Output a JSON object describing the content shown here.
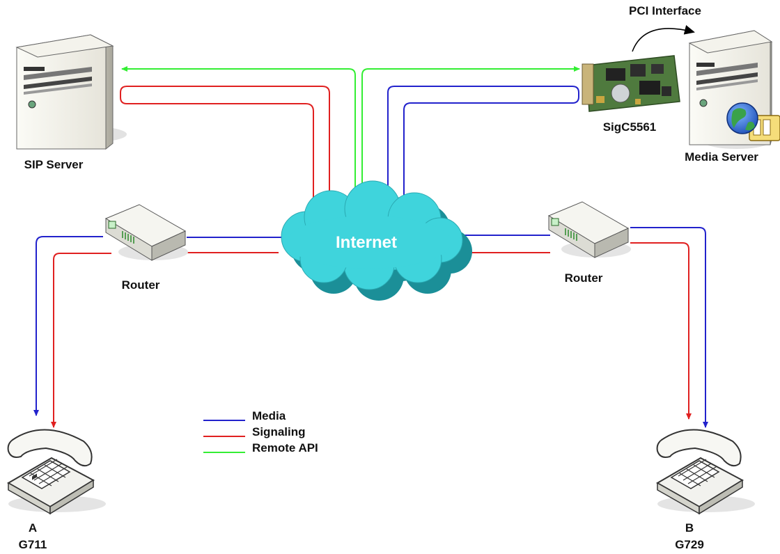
{
  "labels": {
    "sip_server": "SIP Server",
    "media_server": "Media Server",
    "pci_interface": "PCI Interface",
    "card": "SigC5561",
    "internet": "Internet",
    "router_left": "Router",
    "router_right": "Router",
    "phone_a_name": "A",
    "phone_a_codec": "G711",
    "phone_b_name": "B",
    "phone_b_codec": "G729"
  },
  "legend": [
    {
      "label": "Media",
      "color": "#2222cc"
    },
    {
      "label": "Signaling",
      "color": "#e02020"
    },
    {
      "label": "Remote API",
      "color": "#33ee33"
    }
  ],
  "colors": {
    "media": "#2222cc",
    "signaling": "#e02020",
    "remote_api": "#33ee33",
    "cloud": "#3fd4dc",
    "cloud_shadow": "#1b8f98"
  }
}
